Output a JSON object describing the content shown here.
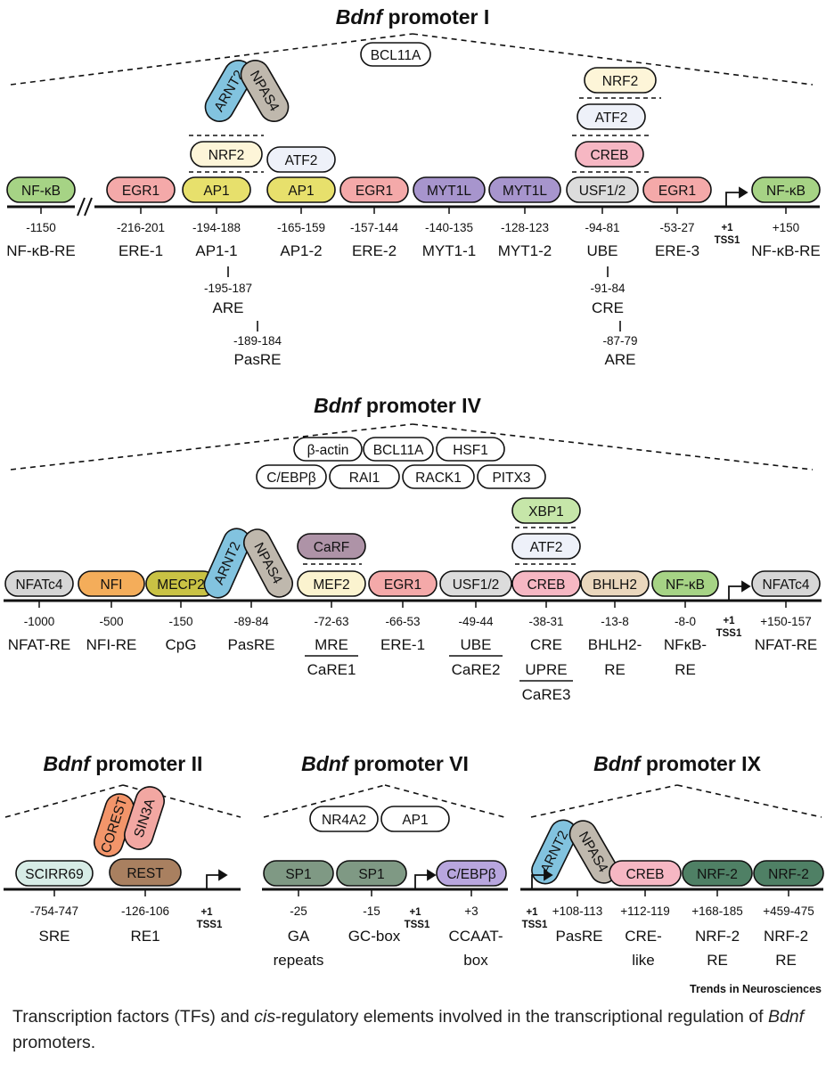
{
  "colors": {
    "nfkb": "#a6d385",
    "egr1": "#f4a9a9",
    "ap1": "#e7e06c",
    "nrf2": "#fdf5d8",
    "atf2": "#eef1f9",
    "myt1l": "#a795cd",
    "usf": "#dcdcdc",
    "creb": "#f6b7c3",
    "arnt2": "#82c3df",
    "npas4": "#bfb8ad",
    "white": "#ffffff",
    "nfat": "#d6d6d6",
    "nfi": "#f4ad5a",
    "mecp2": "#c9c244",
    "carf": "#ae93a7",
    "mef2": "#fbf3cf",
    "xbp1": "#c6e6a9",
    "bhlh2": "#ead7bd",
    "scirr": "#d7ece6",
    "corest": "#f3956a",
    "sin3a": "#f2a7a2",
    "rest": "#a98060",
    "sp1": "#7f9984",
    "cebpb": "#b8a6de",
    "nrf2dark": "#4f8065"
  },
  "caption": {
    "part1": "Transcription factors (TFs) and ",
    "part2": "cis",
    "part3": "-regulatory elements involved in the transcriptional regulation of ",
    "part4": "Bdnf",
    "part5": " promoters."
  },
  "credit": "Trends in Neurosciences",
  "tss": {
    "plus": "+1",
    "label": "TSS1"
  },
  "promoter1": {
    "title_italic": "Bdnf",
    "title_rest": " promoter I",
    "top_factor": "BCL11A",
    "factors": [
      {
        "label": "NF-κB",
        "color": "nfkb"
      },
      {
        "label": "EGR1",
        "color": "egr1"
      },
      {
        "label": "AP1",
        "color": "ap1"
      },
      {
        "label": "AP1",
        "color": "ap1"
      },
      {
        "label": "EGR1",
        "color": "egr1"
      },
      {
        "label": "MYT1L",
        "color": "myt1l"
      },
      {
        "label": "MYT1L",
        "color": "myt1l"
      },
      {
        "label": "USF1/2",
        "color": "usf"
      },
      {
        "label": "EGR1",
        "color": "egr1"
      },
      {
        "label": "NF-κB",
        "color": "nfkb"
      }
    ],
    "stacked": [
      {
        "label": "NRF2",
        "color": "nrf2"
      },
      {
        "label": "ATF2",
        "color": "atf2"
      },
      {
        "label": "NRF2",
        "color": "nrf2"
      },
      {
        "label": "ATF2",
        "color": "atf2"
      },
      {
        "label": "CREB",
        "color": "creb"
      }
    ],
    "dimer": [
      {
        "label": "ARNT2",
        "color": "arnt2"
      },
      {
        "label": "NPAS4",
        "color": "npas4"
      }
    ],
    "sites": [
      {
        "pos": "-1150",
        "name": "NF-κB-RE"
      },
      {
        "pos": "-216-201",
        "name": "ERE-1"
      },
      {
        "pos": "-194-188",
        "name": "AP1-1"
      },
      {
        "pos": "-165-159",
        "name": "AP1-2"
      },
      {
        "pos": "-157-144",
        "name": "ERE-2"
      },
      {
        "pos": "-140-135",
        "name": "MYT1-1"
      },
      {
        "pos": "-128-123",
        "name": "MYT1-2"
      },
      {
        "pos": "-94-81",
        "name": "UBE"
      },
      {
        "pos": "-53-27",
        "name": "ERE-3"
      },
      {
        "pos": "+150",
        "name": "NF-κB-RE"
      }
    ],
    "subsites": [
      {
        "pos": "-195-187",
        "name": "ARE"
      },
      {
        "pos": "-189-184",
        "name": "PasRE"
      },
      {
        "pos": "-91-84",
        "name": "CRE"
      },
      {
        "pos": "-87-79",
        "name": "ARE"
      }
    ]
  },
  "promoter4": {
    "title_italic": "Bdnf",
    "title_rest": " promoter IV",
    "top_factors": [
      "β-actin",
      "BCL11A",
      "HSF1",
      "C/EBPβ",
      "RAI1",
      "RACK1",
      "PITX3"
    ],
    "factors": [
      {
        "label": "NFATc4",
        "color": "nfat"
      },
      {
        "label": "NFI",
        "color": "nfi"
      },
      {
        "label": "MECP2",
        "color": "mecp2"
      },
      {
        "label": "MEF2",
        "color": "mef2"
      },
      {
        "label": "EGR1",
        "color": "egr1"
      },
      {
        "label": "USF1/2",
        "color": "usf"
      },
      {
        "label": "CREB",
        "color": "creb"
      },
      {
        "label": "BHLH2",
        "color": "bhlh2"
      },
      {
        "label": "NF-κB",
        "color": "nfkb"
      },
      {
        "label": "NFATc4",
        "color": "nfat"
      }
    ],
    "stacked": [
      {
        "label": "CaRF",
        "color": "carf"
      },
      {
        "label": "XBP1",
        "color": "xbp1"
      },
      {
        "label": "ATF2",
        "color": "atf2"
      }
    ],
    "dimer": [
      {
        "label": "ARNT2",
        "color": "arnt2"
      },
      {
        "label": "NPAS4",
        "color": "npas4"
      }
    ],
    "sites": [
      {
        "pos": "-1000",
        "name": "NFAT-RE"
      },
      {
        "pos": "-500",
        "name": "NFI-RE"
      },
      {
        "pos": "-150",
        "name": "CpG"
      },
      {
        "pos": "-89-84",
        "name": "PasRE"
      },
      {
        "pos": "-72-63",
        "name": "MRE",
        "name2": "CaRE1"
      },
      {
        "pos": "-66-53",
        "name": "ERE-1"
      },
      {
        "pos": "-49-44",
        "name": "UBE",
        "name2": "CaRE2"
      },
      {
        "pos": "-38-31",
        "name": "CRE",
        "name2": "UPRE",
        "name3": "CaRE3"
      },
      {
        "pos": "-13-8",
        "name": "BHLH2-",
        "name2": "RE"
      },
      {
        "pos": "-8-0",
        "name": "NFκB-",
        "name2": "RE"
      },
      {
        "pos": "+150-157",
        "name": "NFAT-RE"
      }
    ]
  },
  "promoter2": {
    "title_italic": "Bdnf",
    "title_rest": " promoter II",
    "factors": [
      {
        "label": "SCIRR69",
        "color": "scirr"
      },
      {
        "label": "REST",
        "color": "rest"
      },
      {
        "label": "COREST",
        "color": "corest"
      },
      {
        "label": "SIN3A",
        "color": "sin3a"
      }
    ],
    "sites": [
      {
        "pos": "-754-747",
        "name": "SRE"
      },
      {
        "pos": "-126-106",
        "name": "RE1"
      }
    ]
  },
  "promoter6": {
    "title_italic": "Bdnf",
    "title_rest": " promoter VI",
    "top_factors": [
      "NR4A2",
      "AP1"
    ],
    "factors": [
      {
        "label": "SP1",
        "color": "sp1"
      },
      {
        "label": "SP1",
        "color": "sp1"
      },
      {
        "label": "C/EBPβ",
        "color": "cebpb"
      }
    ],
    "sites": [
      {
        "pos": "-25",
        "name": "GA",
        "name2": "repeats"
      },
      {
        "pos": "-15",
        "name": "GC-box"
      },
      {
        "pos": "+3",
        "name": "CCAAT-",
        "name2": "box"
      }
    ]
  },
  "promoter9": {
    "title_italic": "Bdnf",
    "title_rest": " promoter IX",
    "factors": [
      {
        "label": "ARNT2",
        "color": "arnt2"
      },
      {
        "label": "NPAS4",
        "color": "npas4"
      },
      {
        "label": "CREB",
        "color": "creb"
      },
      {
        "label": "NRF-2",
        "color": "nrf2dark"
      },
      {
        "label": "NRF-2",
        "color": "nrf2dark"
      }
    ],
    "sites": [
      {
        "pos": "+108-113",
        "name": "PasRE"
      },
      {
        "pos": "+112-119",
        "name": "CRE-",
        "name2": "like"
      },
      {
        "pos": "+168-185",
        "name": "NRF-2",
        "name2": "RE"
      },
      {
        "pos": "+459-475",
        "name": "NRF-2",
        "name2": "RE"
      }
    ]
  }
}
